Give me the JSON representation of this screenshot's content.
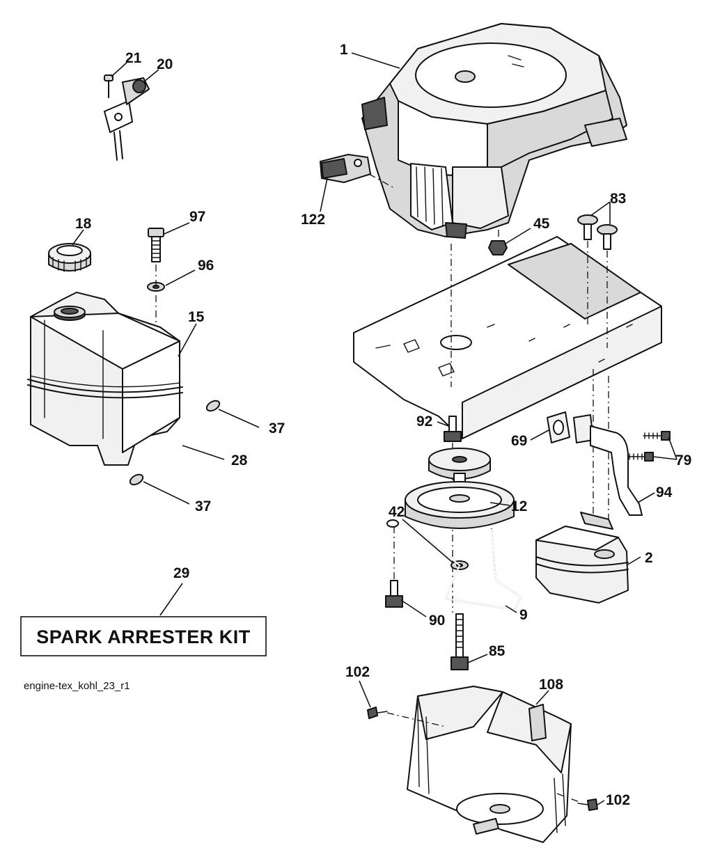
{
  "callouts": {
    "c1": "1",
    "c2": "2",
    "c9": "9",
    "c12": "12",
    "c15": "15",
    "c18": "18",
    "c20": "20",
    "c21": "21",
    "c28": "28",
    "c29": "29",
    "c37a": "37",
    "c37b": "37",
    "c42": "42",
    "c45": "45",
    "c69": "69",
    "c79": "79",
    "c83": "83",
    "c85": "85",
    "c90": "90",
    "c92": "92",
    "c94": "94",
    "c96": "96",
    "c97": "97",
    "c102a": "102",
    "c102b": "102",
    "c108": "108",
    "c122": "122"
  },
  "kit_box": {
    "label": "SPARK ARRESTER KIT"
  },
  "drawing_reference": "engine-tex_kohl_23_r1",
  "colors": {
    "ink": "#111111",
    "paper": "#ffffff",
    "shade": "#d9d9d9"
  }
}
